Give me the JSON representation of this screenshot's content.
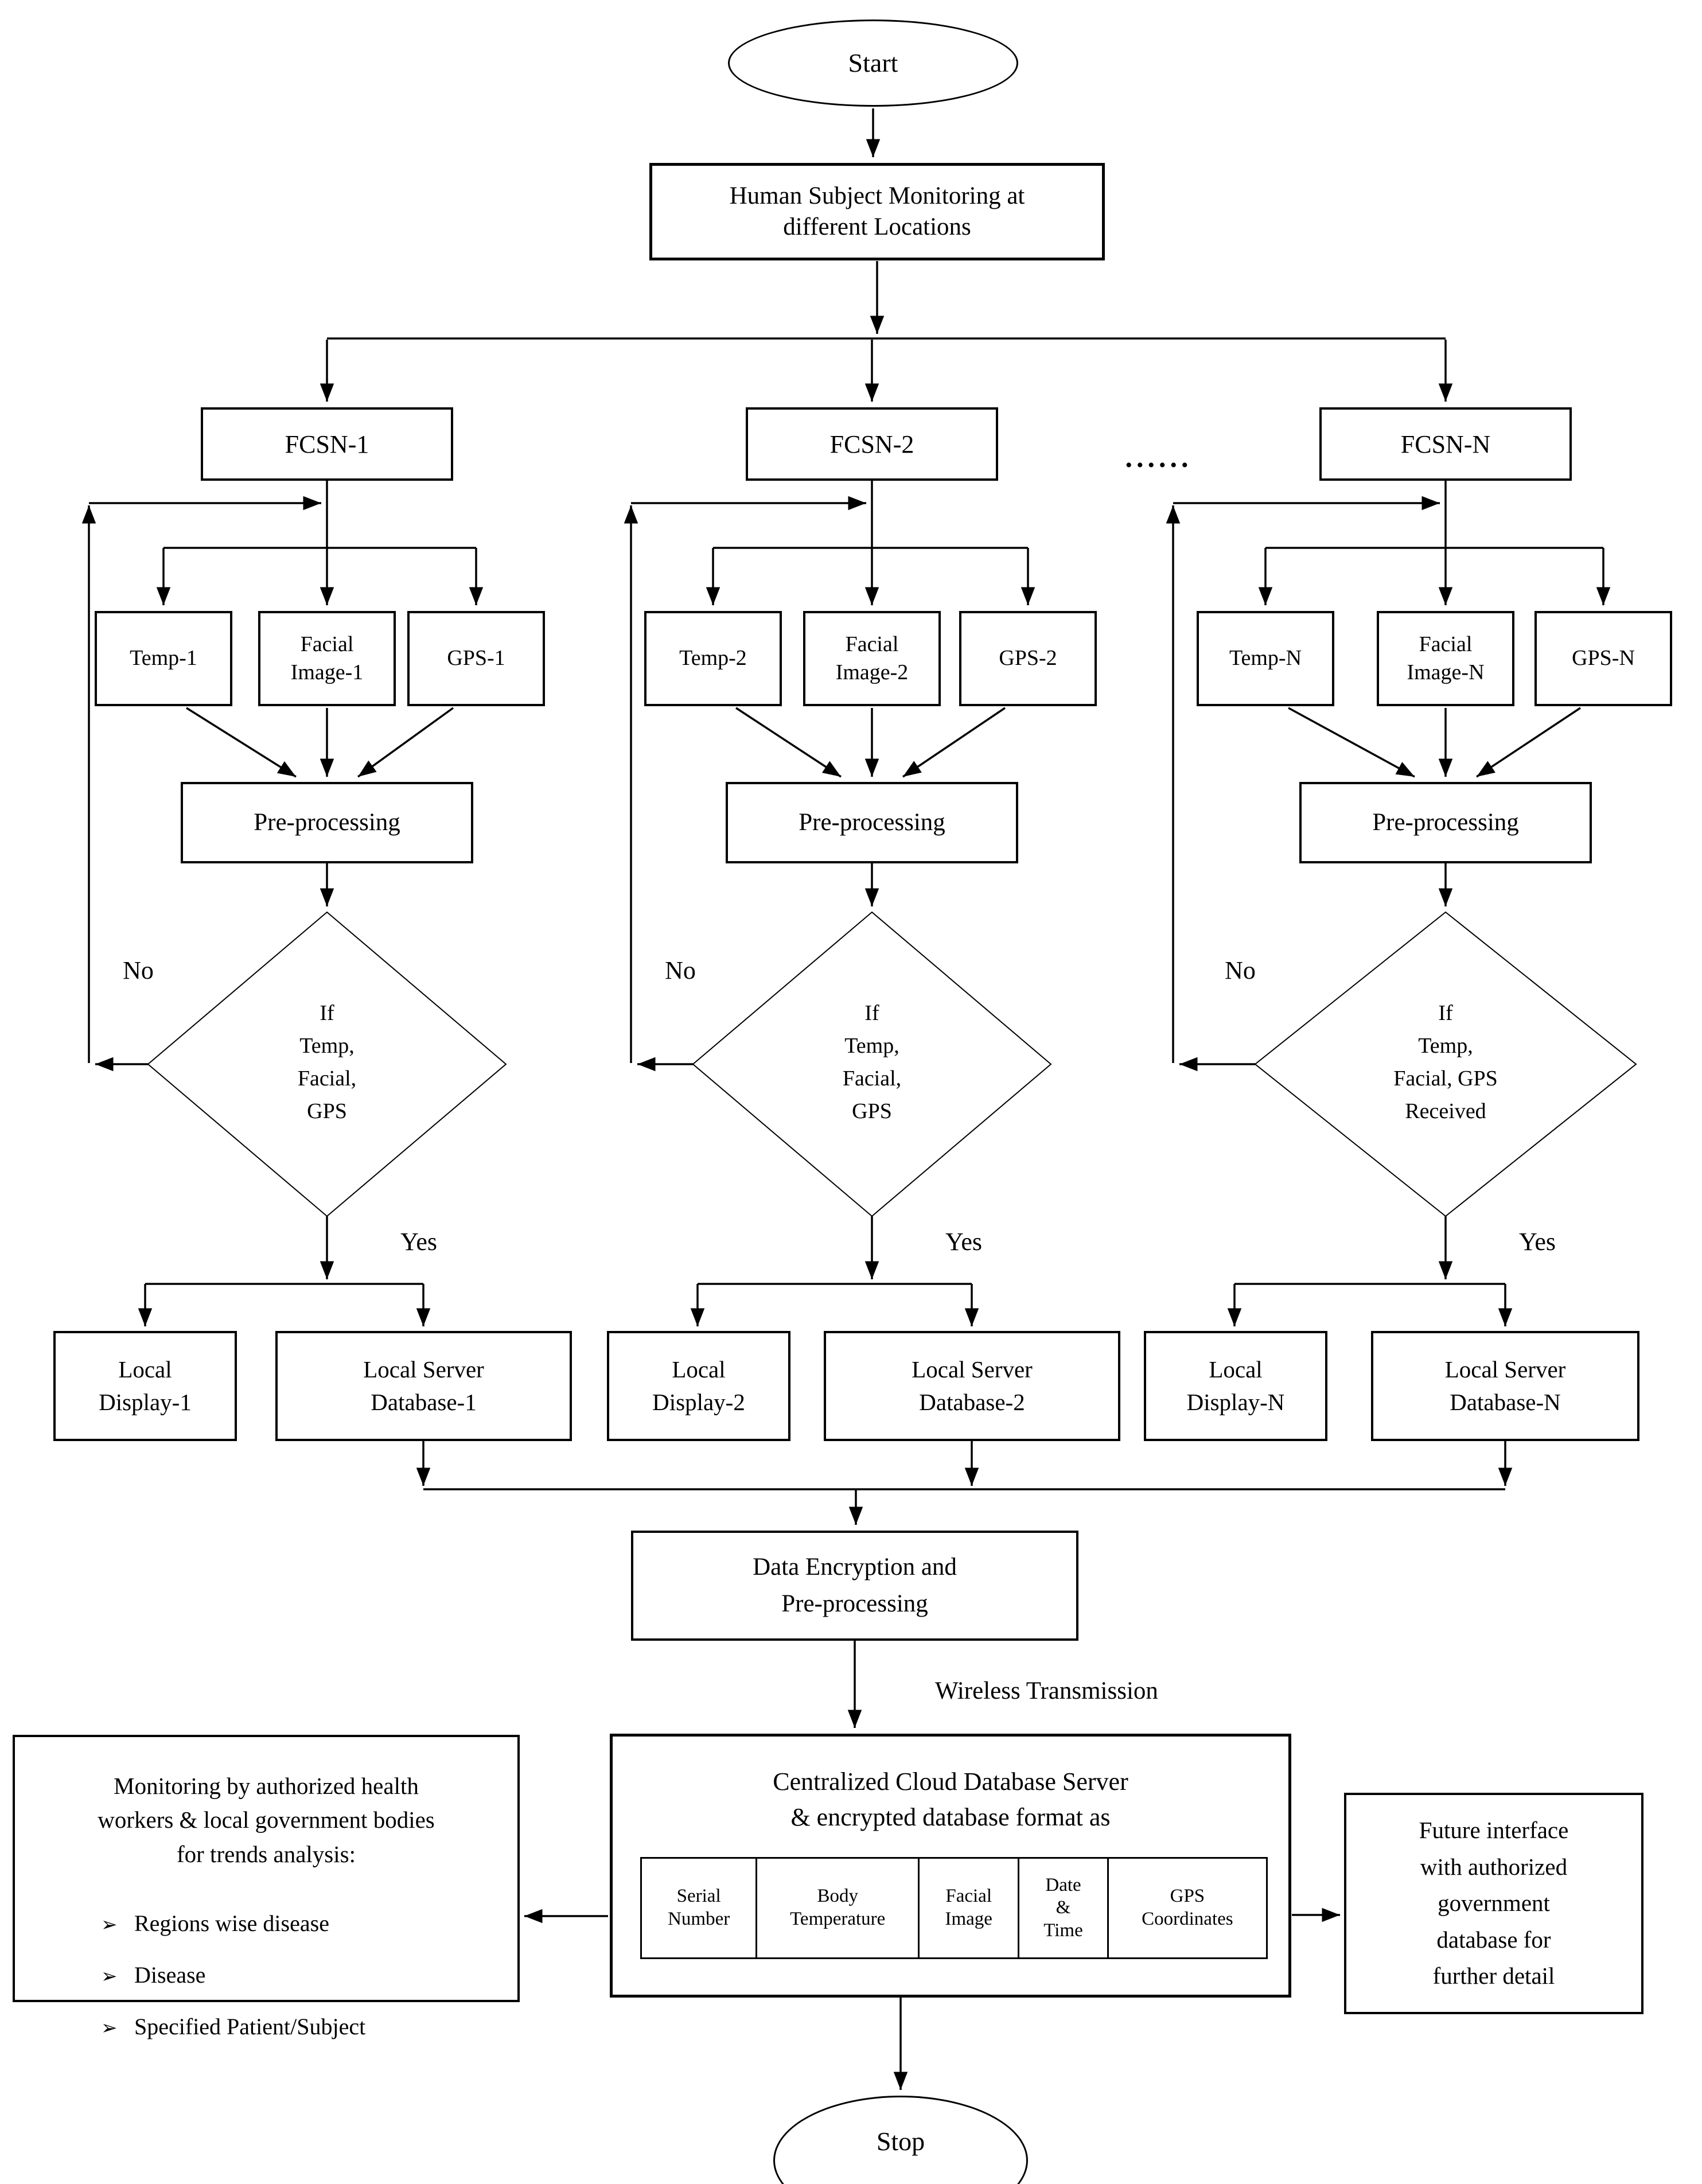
{
  "start_label": "Start",
  "human_subject_label": "Human Subject Monitoring at\ndifferent Locations",
  "dots": "......",
  "columns": [
    {
      "fcsn": "FCSN-1",
      "temp": "Temp-1",
      "facial": "Facial\nImage-1",
      "gps": "GPS-1",
      "preprocessing": "Pre-processing",
      "decision": "If\nTemp,\nFacial,\nGPS",
      "no_label": "No",
      "yes_label": "Yes",
      "local_display": "Local\nDisplay-1",
      "local_database": "Local Server\nDatabase-1"
    },
    {
      "fcsn": "FCSN-2",
      "temp": "Temp-2",
      "facial": "Facial\nImage-2",
      "gps": "GPS-2",
      "preprocessing": "Pre-processing",
      "decision": "If\nTemp,\nFacial,\nGPS",
      "no_label": "No",
      "yes_label": "Yes",
      "local_display": "Local\nDisplay-2",
      "local_database": "Local Server\nDatabase-2"
    },
    {
      "fcsn": "FCSN-N",
      "temp": "Temp-N",
      "facial": "Facial\nImage-N",
      "gps": "GPS-N",
      "preprocessing": "Pre-processing",
      "decision": "If\nTemp,\nFacial, GPS\nReceived",
      "no_label": "No",
      "yes_label": "Yes",
      "local_display": "Local\nDisplay-N",
      "local_database": "Local Server\nDatabase-N"
    }
  ],
  "encryption_label": "Data Encryption and\nPre-processing",
  "wireless_label": "Wireless Transmission",
  "cloud": {
    "title": "Centralized Cloud Database Server\n& encrypted database format as",
    "table_headers": [
      "Serial\nNumber",
      "Body\nTemperature",
      "Facial\nImage",
      "Date\n&\nTime",
      "GPS\nCoordinates"
    ]
  },
  "monitoring": {
    "heading": "Monitoring by authorized health\nworkers & local government bodies\nfor trends analysis:",
    "bullet_icon": "➢",
    "bullets": [
      "Regions wise disease",
      "Disease",
      "Specified Patient/Subject"
    ]
  },
  "future_label": "Future interface\nwith authorized\ngovernment\ndatabase for\nfurther detail",
  "stop_label": "Stop"
}
